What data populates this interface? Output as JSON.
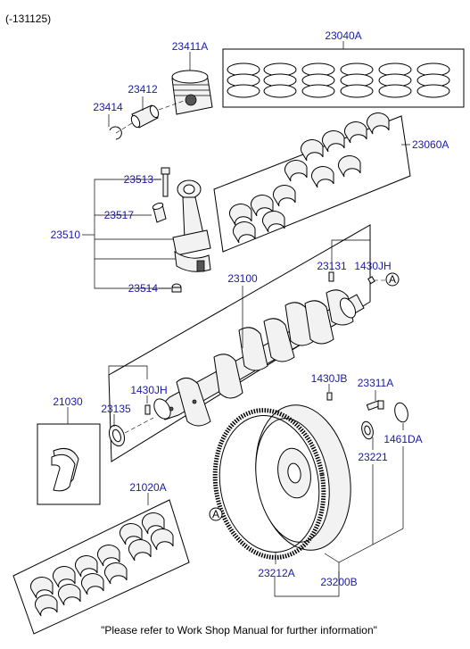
{
  "header": {
    "date_code": "(-131125)"
  },
  "footer": {
    "note": "\"Please refer to Work Shop Manual for further information\""
  },
  "reference_marker": "A",
  "parts": {
    "rings_set": "23040A",
    "piston": "23411A",
    "piston_pin": "23412",
    "snap_ring": "23414",
    "main_bearing_upper": "23060A",
    "con_rod_bolt": "23513",
    "con_rod_bushing": "23517",
    "con_rod_assy": "23510",
    "con_rod_nut": "23514",
    "crankshaft": "23100",
    "crank_pin": "23131",
    "pin_1430jh_top": "1430JH",
    "pin_1430jh_left": "1430JH",
    "thrust_washer": "21030",
    "oil_seal": "23135",
    "pin_1430jb": "1430JB",
    "flywheel_bolt": "23311A",
    "flywheel_washer": "1461DA",
    "flywheel_bearing": "23221",
    "ring_gear": "23212A",
    "flywheel_assy": "23200B",
    "main_bearing_lower": "21020A"
  }
}
